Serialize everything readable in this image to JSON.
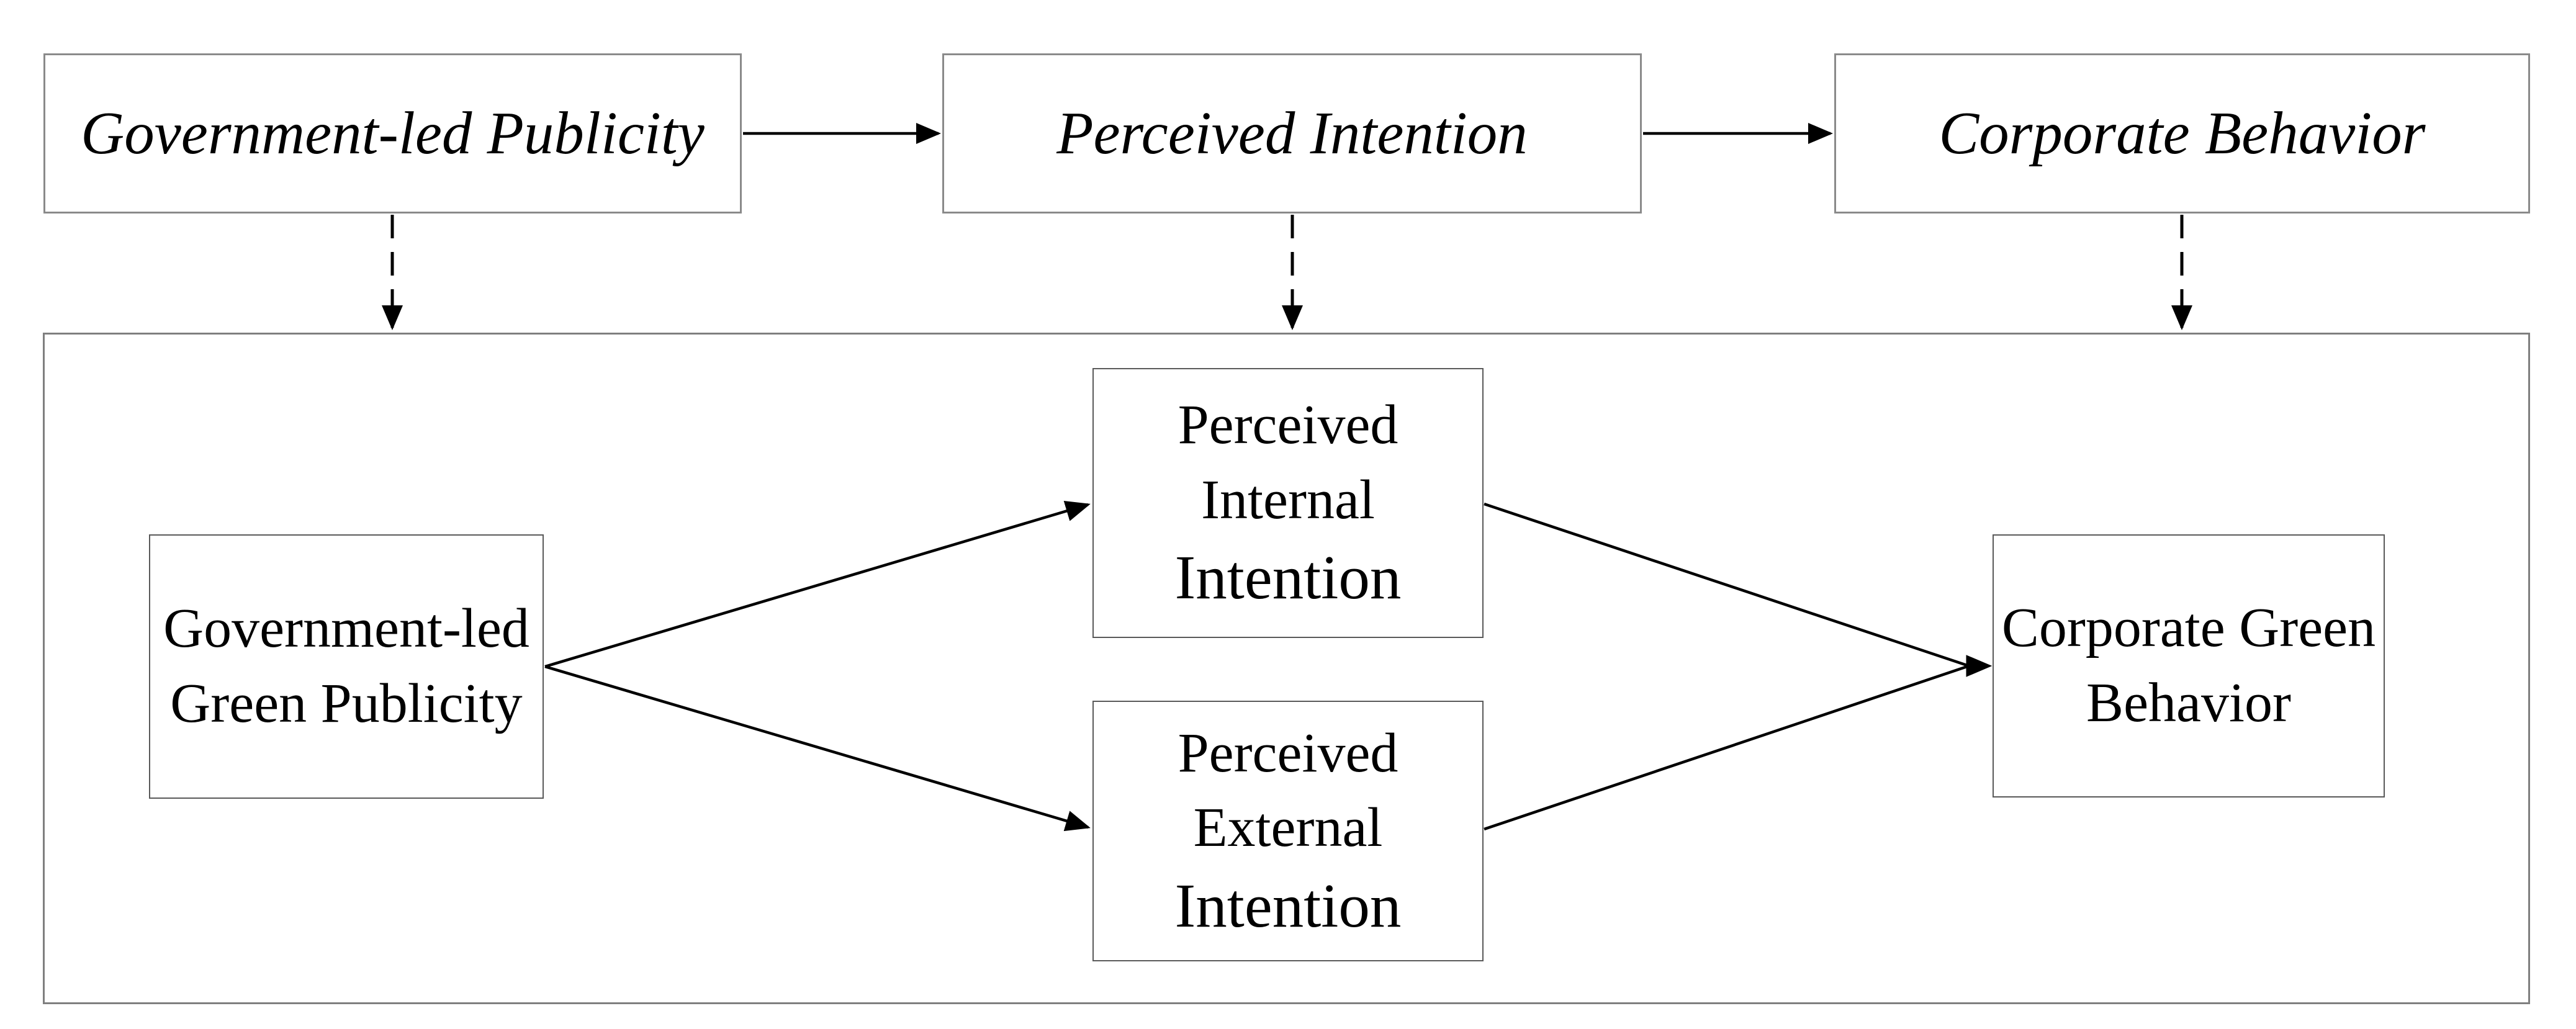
{
  "diagram": {
    "top_row": {
      "boxes": [
        {
          "label": "Government-led Publicity"
        },
        {
          "label": "Perceived Intention"
        },
        {
          "label": "Corporate Behavior"
        }
      ]
    },
    "detail_panel": {
      "gov_green_publicity": {
        "lines": [
          "Government-led",
          "Green Publicity"
        ]
      },
      "perceived_internal": {
        "lines": [
          "Perceived",
          "Internal",
          "Intention"
        ]
      },
      "perceived_external": {
        "lines": [
          "Perceived",
          "External",
          "Intention"
        ]
      },
      "corporate_green_behavior": {
        "lines": [
          "Corporate Green",
          "Behavior"
        ]
      }
    },
    "colors": {
      "top_box_border": "#8a8a8a",
      "panel_border": "#7f7f7f",
      "inner_box_border": "#595959",
      "arrow": "#000000",
      "text": "#000000",
      "background": "#ffffff"
    }
  }
}
